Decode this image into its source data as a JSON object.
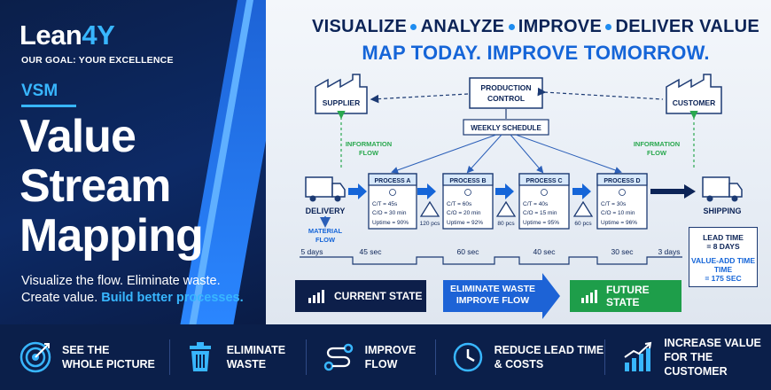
{
  "brand": {
    "logo_main": "Lean",
    "logo_accent": "4Y",
    "tagline": "OUR GOAL: YOUR EXCELLENCE"
  },
  "hero": {
    "kicker": "VSM",
    "title_line1": "Value",
    "title_line2": "Stream",
    "title_line3": "Mapping",
    "subtitle_plain": "Visualize the flow. Eliminate waste. Create value.",
    "subtitle_highlight": "Build better processes."
  },
  "headline": {
    "words": [
      "VISUALIZE",
      "ANALYZE",
      "IMPROVE",
      "DELIVER VALUE"
    ],
    "slogan": "MAP TODAY. IMPROVE TOMORROW."
  },
  "diagram": {
    "supplier": "SUPPLIER",
    "production_control_1": "PRODUCTION",
    "production_control_2": "CONTROL",
    "customer": "CUSTOMER",
    "weekly_schedule": "WEEKLY SCHEDULE",
    "info_flow_1": "INFORMATION",
    "info_flow_2": "FLOW",
    "delivery": "DELIVERY",
    "material_flow_1": "MATERIAL",
    "material_flow_2": "FLOW",
    "shipping": "SHIPPING",
    "processes": [
      {
        "name": "PROCESS A",
        "ct": "C/T = 45s",
        "co": "C/O = 30 min",
        "uptime": "Uptime = 90%"
      },
      {
        "name": "PROCESS B",
        "ct": "C/T = 60s",
        "co": "C/O = 20 min",
        "uptime": "Uptime = 92%"
      },
      {
        "name": "PROCESS C",
        "ct": "C/T = 40s",
        "co": "C/O = 15 min",
        "uptime": "Uptime = 95%"
      },
      {
        "name": "PROCESS D",
        "ct": "C/T = 30s",
        "co": "C/O = 10 min",
        "uptime": "Uptime = 96%"
      }
    ],
    "inventory": [
      "120 pcs",
      "80 pcs",
      "60 pcs"
    ],
    "timeline_days": [
      "5 days",
      "3 days"
    ],
    "timeline_secs": [
      "45 sec",
      "60 sec",
      "40 sec",
      "30 sec"
    ],
    "lead_time": {
      "l1": "LEAD TIME",
      "l2": "= 8 DAYS",
      "l3": "VALUE-ADD TIME",
      "l4": "TIME",
      "l5": "= 175 SEC"
    }
  },
  "buttons": {
    "current": "CURRENT STATE",
    "middle_1": "ELIMINATE WASTE",
    "middle_2": "IMPROVE FLOW",
    "future": "FUTURE STATE"
  },
  "features": [
    {
      "l1": "SEE THE",
      "l2": "WHOLE PICTURE",
      "icon": "target-icon"
    },
    {
      "l1": "ELIMINATE",
      "l2": "WASTE",
      "icon": "trash-icon"
    },
    {
      "l1": "IMPROVE",
      "l2": "FLOW",
      "icon": "flow-path-icon"
    },
    {
      "l1": "REDUCE LEAD TIME",
      "l2": "& COSTS",
      "icon": "clock-icon"
    },
    {
      "l1": "INCREASE VALUE",
      "l2": "FOR THE CUSTOMER",
      "icon": "growth-chart-icon"
    }
  ],
  "colors": {
    "navy": "#0b1f4a",
    "accent_blue": "#38b6ff",
    "brand_blue": "#1565d8",
    "green": "#1e9e4a"
  }
}
